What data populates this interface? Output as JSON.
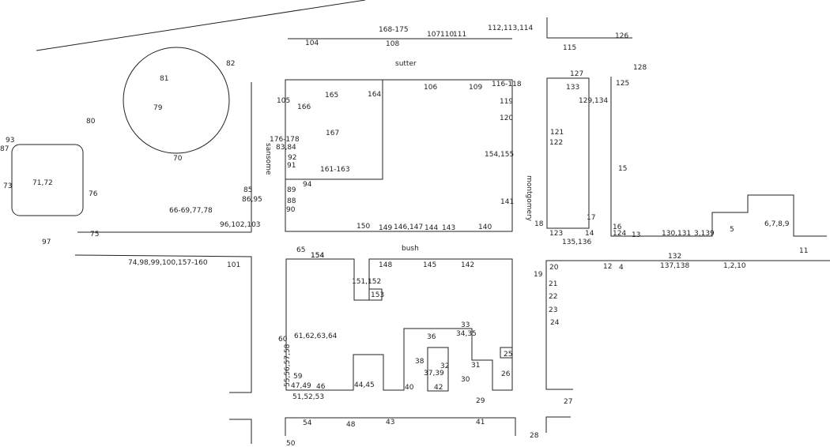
{
  "streets": {
    "sutter": "sutter",
    "bush": "bush",
    "sansome": "sansome",
    "montgomery": "montgomery"
  },
  "labels": [
    "1,2,10",
    "4",
    "5",
    "6,7,8,9",
    "11",
    "12",
    "13",
    "14",
    "15",
    "16",
    "17",
    "18",
    "19",
    "20",
    "21",
    "22",
    "23",
    "24",
    "25",
    "26",
    "27",
    "28",
    "29",
    "30",
    "31",
    "32",
    "33",
    "34,35",
    "36",
    "37,39",
    "38",
    "40",
    "41",
    "42",
    "43",
    "44,45",
    "46",
    "47,49",
    "48",
    "50",
    "51,52,53",
    "54",
    "55,56,57,58",
    "59",
    "60",
    "61,62,63,64",
    "65",
    "66-69,77,78",
    "70",
    "71,72",
    "73",
    "74,98,99,100,157-160",
    "75",
    "76",
    "79",
    "80",
    "81",
    "82",
    "83,84",
    "85",
    "86,95",
    "87",
    "88",
    "89",
    "90",
    "91",
    "92",
    "93",
    "94",
    "96,102,103",
    "97",
    "101",
    "104",
    "105",
    "106",
    "107",
    "108",
    "109",
    "110",
    "111",
    "112,113,114",
    "115",
    "116-118",
    "119",
    "120",
    "121",
    "122",
    "123",
    "124",
    "125",
    "126",
    "127",
    "128",
    "129,134",
    "130,131",
    "132",
    "133",
    "135,136",
    "137,138",
    "140",
    "141",
    "142",
    "143",
    "144",
    "145",
    "146,147",
    "148",
    "149",
    "150",
    "151,152",
    "153",
    "154",
    "154",
    "154,155",
    "161-163",
    "164",
    "165",
    "166",
    "167",
    "168-175",
    "176-178",
    "3,139"
  ]
}
